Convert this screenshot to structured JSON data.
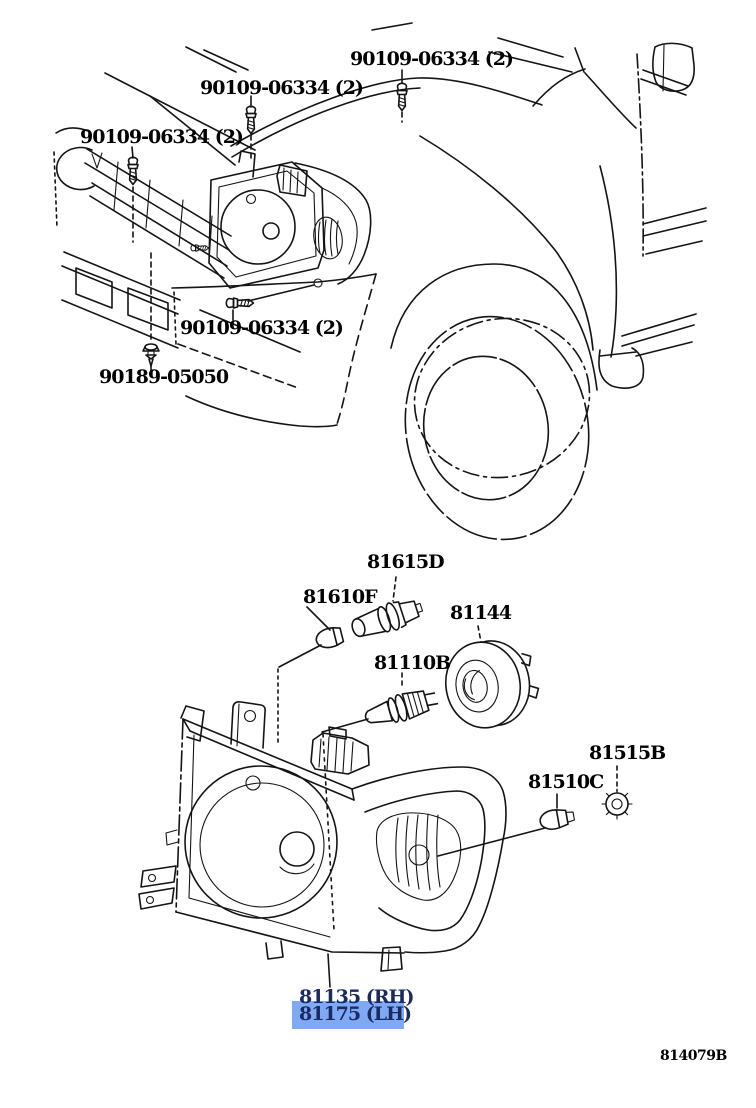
{
  "diagram": {
    "kind": "exploded-parts-diagram",
    "footer_code": "814079B",
    "colors": {
      "line": "#141414",
      "link_text": "#1a2a63",
      "highlight": "#7fa9f3",
      "background": "#ffffff"
    },
    "callouts": [
      {
        "part_number": "90109-06334 (2)",
        "glyph": "screw-icon",
        "highlighted": false
      },
      {
        "part_number": "90109-06334 (2)",
        "glyph": "screw-icon",
        "highlighted": false
      },
      {
        "part_number": "90109-06334 (2)",
        "glyph": "screw-icon",
        "highlighted": false
      },
      {
        "part_number": "90109-06334 (2)",
        "glyph": "screw-icon",
        "highlighted": false
      },
      {
        "part_number": "90189-05050",
        "glyph": "clip-icon",
        "highlighted": false
      },
      {
        "part_number": "81615D",
        "glyph": "bulb-socket-icon",
        "highlighted": false
      },
      {
        "part_number": "81610F",
        "glyph": "bulb-icon",
        "highlighted": false
      },
      {
        "part_number": "81144",
        "glyph": "socket-cover-icon",
        "highlighted": false
      },
      {
        "part_number": "81110B",
        "glyph": "headlamp-bulb-icon",
        "highlighted": false
      },
      {
        "part_number": "81515B",
        "glyph": "socket-icon",
        "highlighted": false
      },
      {
        "part_number": "81510C",
        "glyph": "bulb-icon",
        "highlighted": false
      },
      {
        "part_number": "81135 (RH)",
        "glyph": "headlamp-assembly-icon",
        "highlighted": false
      },
      {
        "part_number": "81175 (LH)",
        "glyph": "headlamp-assembly-icon",
        "highlighted": true
      }
    ]
  }
}
